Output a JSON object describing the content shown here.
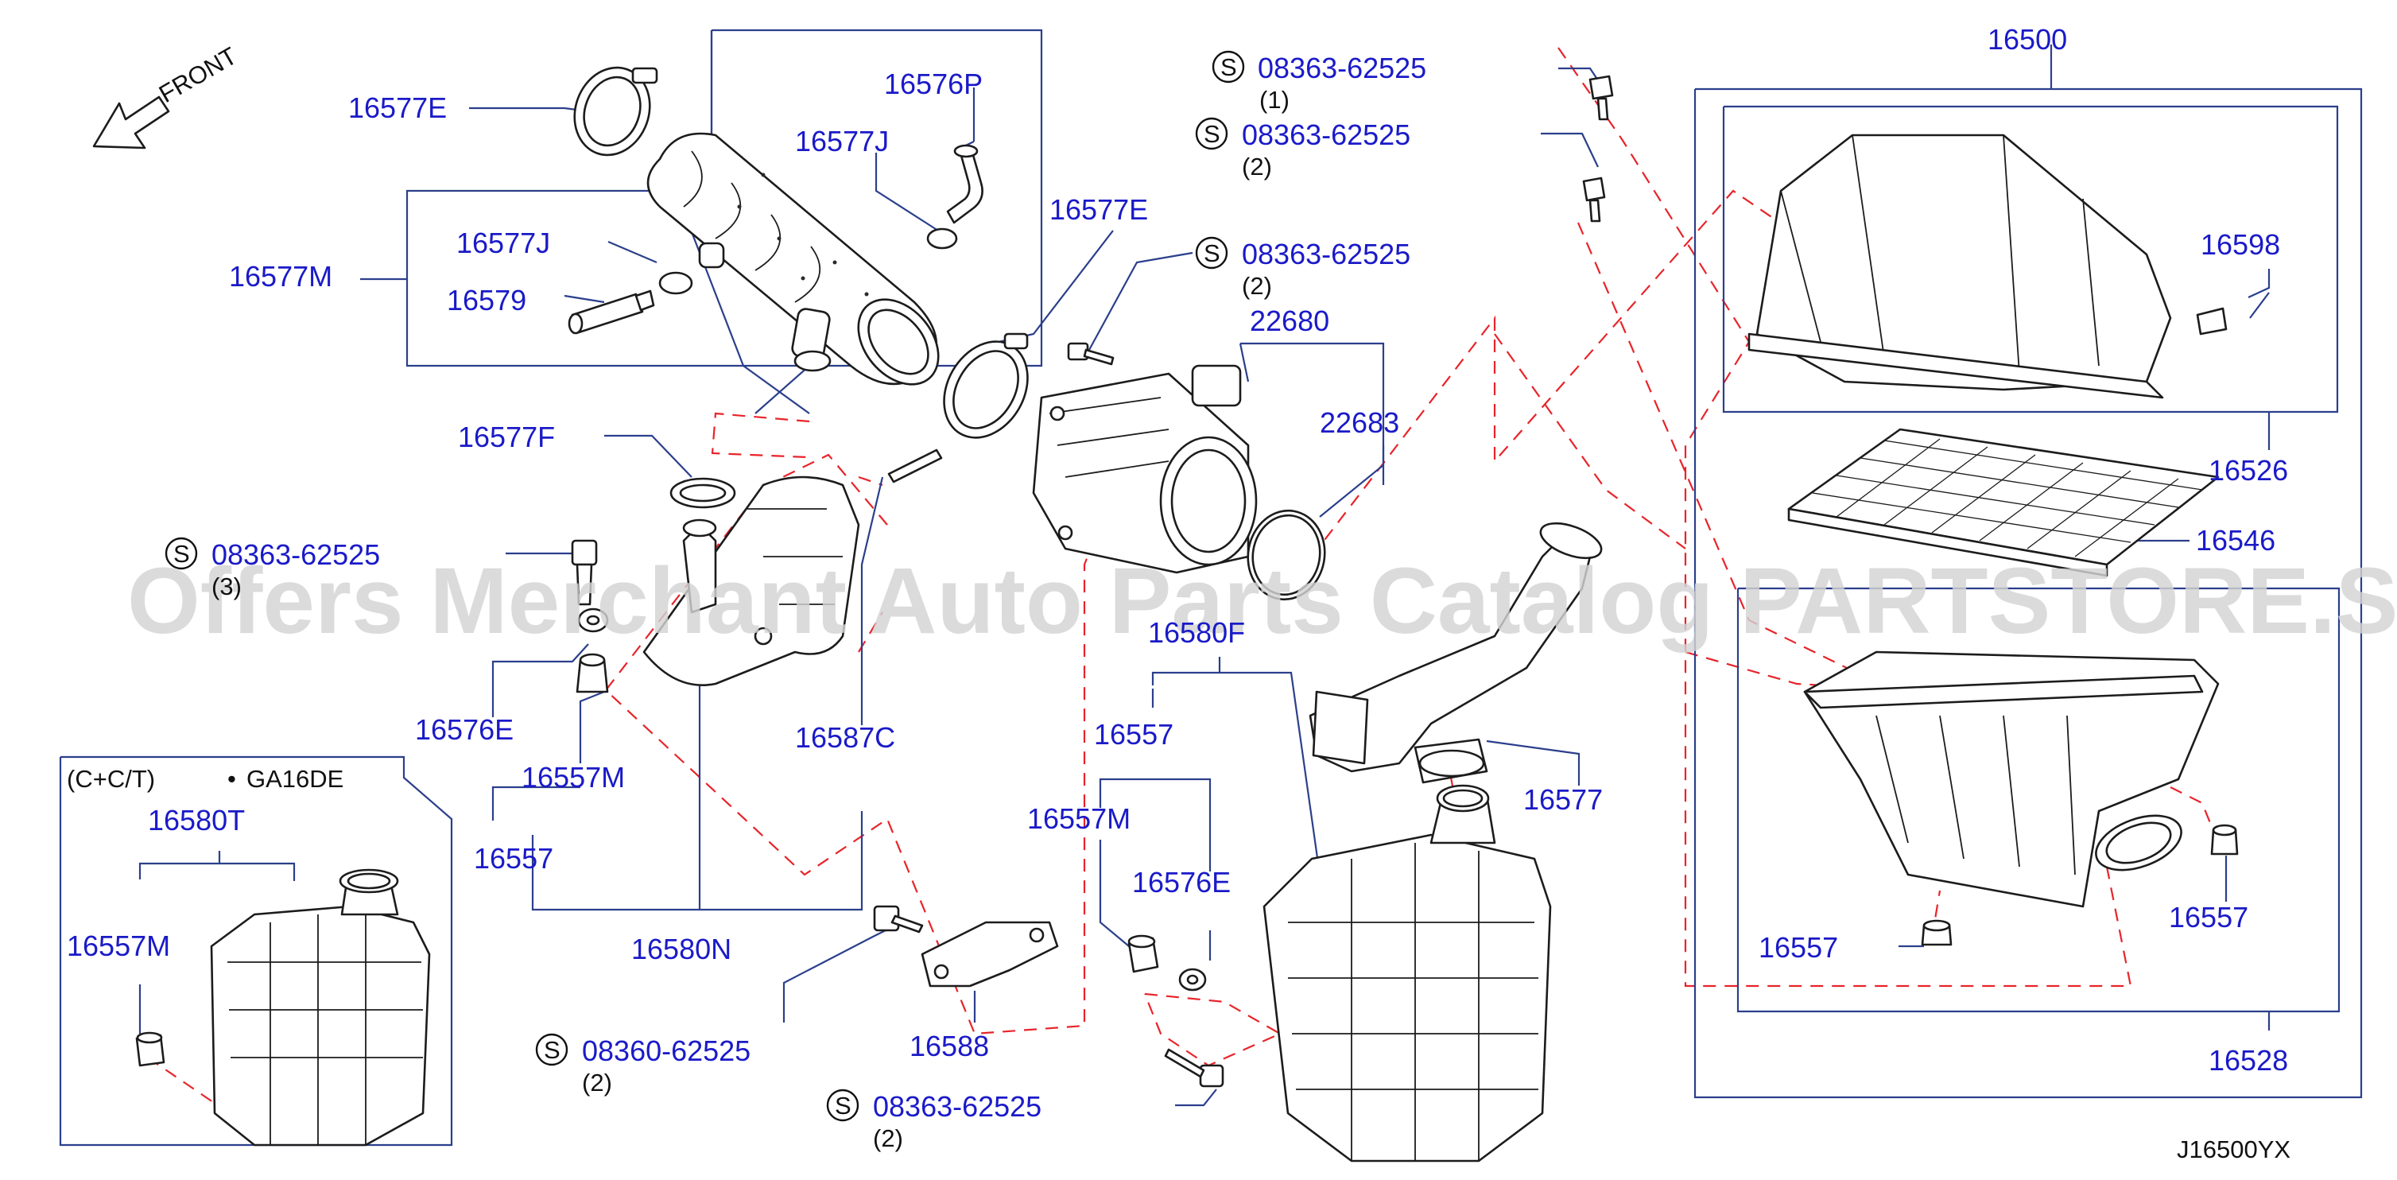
{
  "watermark": "Offers Merchant Auto Parts Catalog PARTSTORE.SA",
  "front_label": "FRONT",
  "diagram_code": "J16500YX",
  "variant_note": "(C+C/T)",
  "engine_note": "GA16DE",
  "bullet": "•",
  "symbol": "S",
  "part_labels": {
    "p16500": "16500",
    "p16598": "16598",
    "p16526": "16526",
    "p16546": "16546",
    "p16528": "16528",
    "p16557_right_a": "16557",
    "p16557_right_b": "16557",
    "p16577E_top": "16577E",
    "p16576P": "16576P",
    "p16577J_a": "16577J",
    "p16577J_b": "16577J",
    "p16577M": "16577M",
    "p16579": "16579",
    "p16577E_mid": "16577E",
    "p22680": "22680",
    "p22683": "22683",
    "p16577F": "16577F",
    "p16576E_left": "16576E",
    "p16557M_left": "16557M",
    "p16557_left": "16557",
    "p16587C": "16587C",
    "p16580N": "16580N",
    "p16580T": "16580T",
    "p16557M_inset": "16557M",
    "p16580F": "16580F",
    "p16557_center": "16557",
    "p16557M_center": "16557M",
    "p16576E_center": "16576E",
    "p16577": "16577",
    "p16588": "16588"
  },
  "bolts": [
    {
      "num": "08363-62525",
      "qty": "(1)"
    },
    {
      "num": "08363-62525",
      "qty": "(2)"
    },
    {
      "num": "08363-62525",
      "qty": "(2)"
    },
    {
      "num": "08363-62525",
      "qty": "(3)"
    },
    {
      "num": "08360-62525",
      "qty": "(2)"
    },
    {
      "num": "08363-62525",
      "qty": "(2)"
    }
  ]
}
